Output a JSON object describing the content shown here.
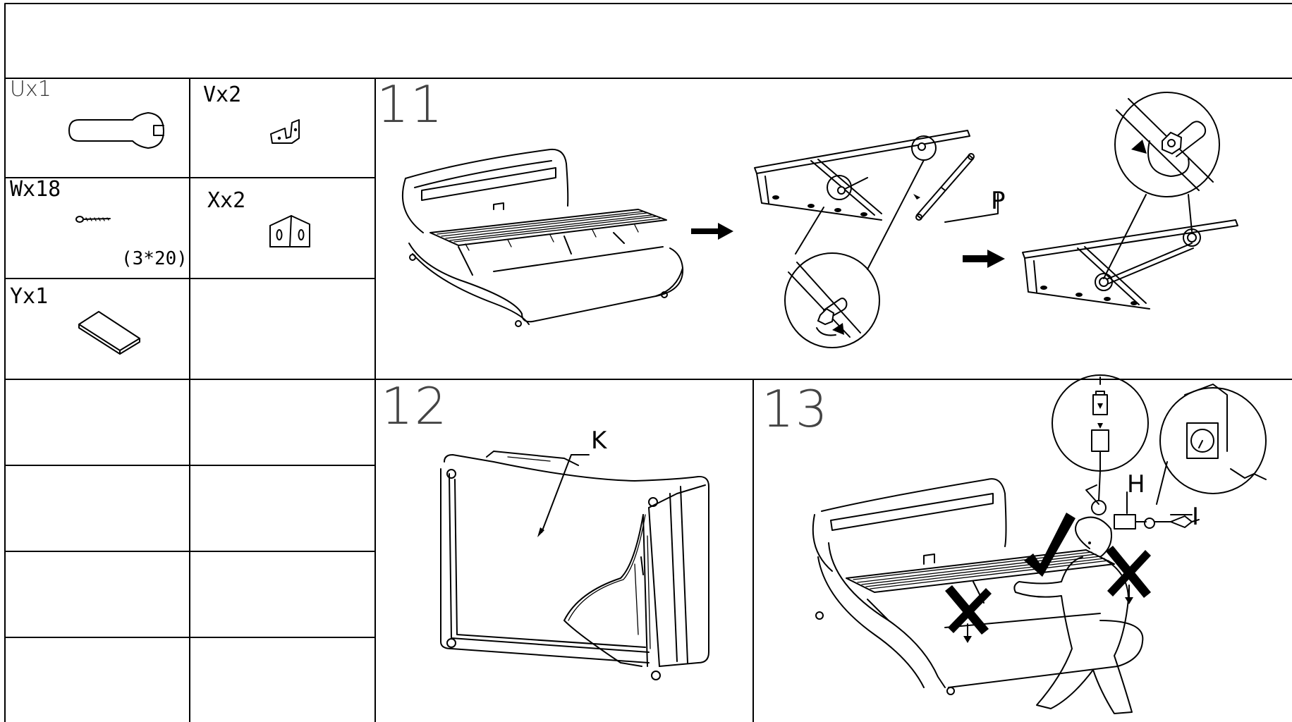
{
  "parts": [
    {
      "id": "part-u",
      "label": "Ux1",
      "note": ""
    },
    {
      "id": "part-v",
      "label": "Vx2",
      "note": ""
    },
    {
      "id": "part-w",
      "label": "Wx18",
      "note": "(3*20)"
    },
    {
      "id": "part-x",
      "label": "Xx2",
      "note": ""
    },
    {
      "id": "part-y",
      "label": "Yx1",
      "note": ""
    }
  ],
  "steps": [
    {
      "number": "11",
      "callouts": [
        "P"
      ]
    },
    {
      "number": "12",
      "callouts": [
        "K"
      ]
    },
    {
      "number": "13",
      "callouts": [
        "H",
        "I"
      ]
    }
  ],
  "icons": [
    "wrench-icon",
    "angle-bracket-icon",
    "screw-icon",
    "flat-bracket-icon",
    "spacer-block-icon",
    "arrow-right-icon",
    "check-mark-icon",
    "cross-mark-icon"
  ],
  "colors": {
    "line": "#000000",
    "background": "#ffffff"
  }
}
